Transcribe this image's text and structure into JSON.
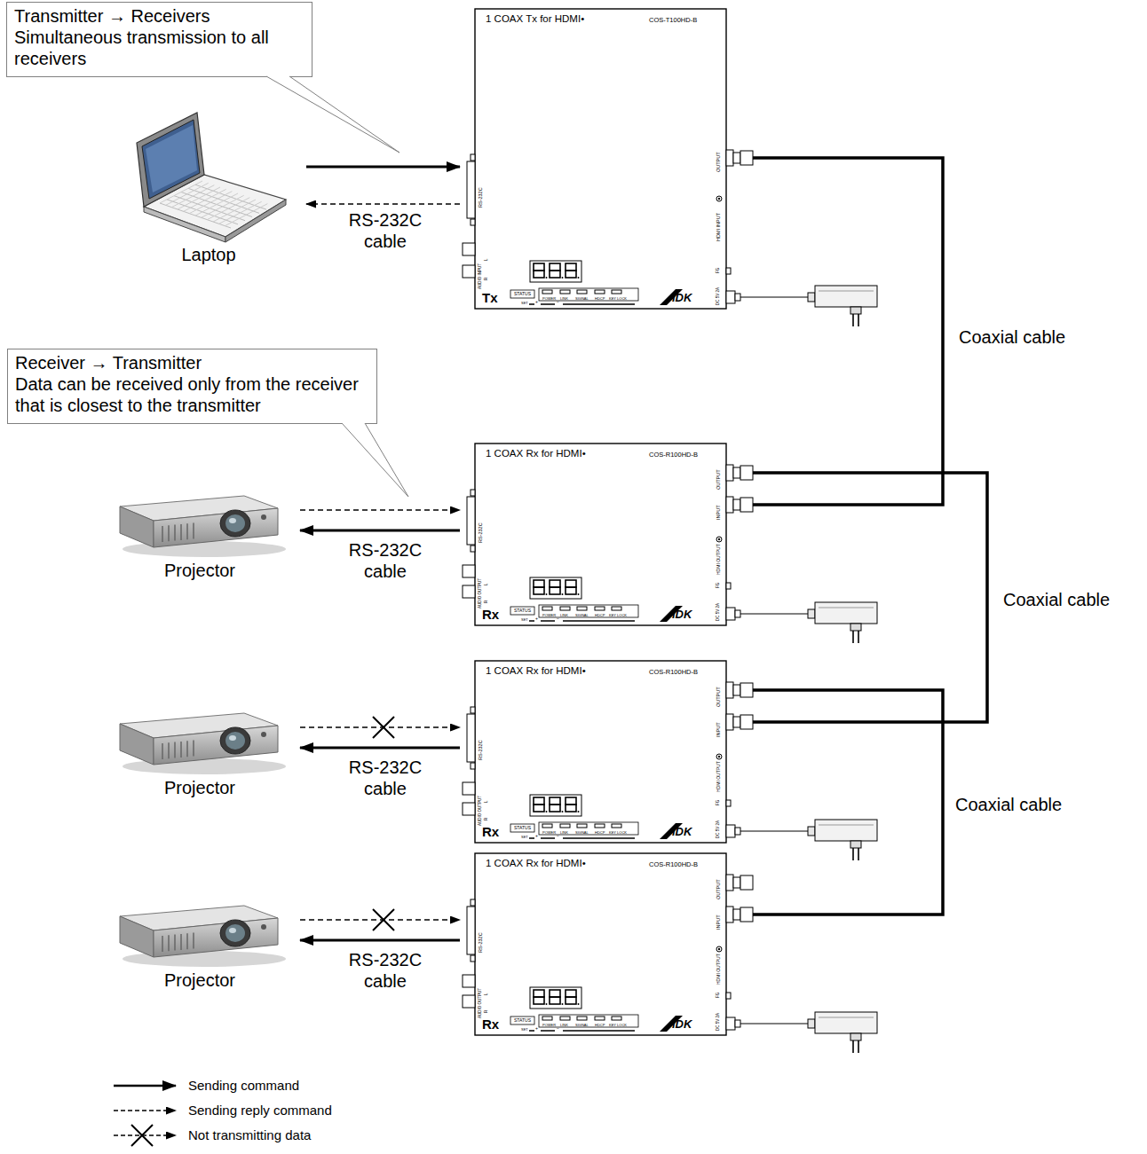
{
  "diagram": {
    "nodes": [
      {
        "text": [
          "Transmitter → Receivers",
          "Simultaneous transmission to all receivers"
        ]
      },
      {
        "text": [
          "Laptop"
        ]
      },
      {
        "text": [
          "1 COAX Tx for HDMI•",
          "COS-T100HD-B",
          "OUTPUT",
          "HDMI INPUT",
          "RS-232C",
          "AUDIO INPUT",
          "L",
          "R",
          "FG",
          "DC 5V 2A",
          "STATUS",
          "POWER",
          "LINK",
          "SIGNAL",
          "HDCP",
          "KEY LOCK",
          "SET",
          "+",
          "−",
          "Tx",
          "IDK"
        ]
      },
      {
        "text": [
          "Receiver → Transmitter",
          "Data can be received only from the receiver that is closest to the transmitter"
        ]
      },
      {
        "text": [
          "Projector"
        ]
      },
      {
        "text": [
          "1 COAX Rx for HDMI•",
          "COS-R100HD-B",
          "OUTPUT",
          "INPUT",
          "HDMI OUTPUT",
          "RS-232C",
          "AUDIO OUTPUT",
          "L",
          "R",
          "FG",
          "DC 5V 2A",
          "STATUS",
          "POWER",
          "LINK",
          "SIGNAL",
          "HDCP",
          "KEY LOCK",
          "SET",
          "+",
          "−",
          "Rx",
          "IDK"
        ]
      },
      {
        "text": [
          "Projector"
        ]
      },
      {
        "text": [
          "1 COAX Rx for HDMI•",
          "COS-R100HD-B",
          "OUTPUT",
          "INPUT",
          "HDMI OUTPUT",
          "RS-232C",
          "AUDIO OUTPUT",
          "L",
          "R",
          "FG",
          "DC 5V 2A",
          "STATUS",
          "POWER",
          "LINK",
          "SIGNAL",
          "HDCP",
          "KEY LOCK",
          "SET",
          "+",
          "−",
          "Rx",
          "IDK"
        ]
      },
      {
        "text": [
          "Projector"
        ]
      },
      {
        "text": [
          "1 COAX Rx for HDMI•",
          "COS-R100HD-B",
          "OUTPUT",
          "INPUT",
          "HDMI OUTPUT",
          "RS-232C",
          "AUDIO OUTPUT",
          "L",
          "R",
          "FG",
          "DC 5V 2A",
          "STATUS",
          "POWER",
          "LINK",
          "SIGNAL",
          "HDCP",
          "KEY LOCK",
          "SET",
          "+",
          "−",
          "Rx",
          "IDK"
        ]
      }
    ],
    "edges": [
      {
        "from": 1,
        "to": 2,
        "arrow": "to",
        "label": "RS-232C cable"
      },
      {
        "from": 2,
        "to": 1,
        "arrow": "to"
      },
      {
        "from": 2,
        "to": 5,
        "arrow": "none",
        "label": "Coaxial cable"
      },
      {
        "from": 5,
        "to": 4,
        "arrow": "to",
        "label": "RS-232C cable"
      },
      {
        "from": 4,
        "to": 5,
        "arrow": "to"
      },
      {
        "from": 5,
        "to": 7,
        "arrow": "none",
        "label": "Coaxial cable"
      },
      {
        "from": 7,
        "to": 6,
        "arrow": "to",
        "label": "RS-232C cable"
      },
      {
        "from": 6,
        "to": 7,
        "arrow": "to"
      },
      {
        "from": 7,
        "to": 9,
        "arrow": "none",
        "label": "Coaxial cable"
      },
      {
        "from": 9,
        "to": 8,
        "arrow": "to",
        "label": "RS-232C cable"
      },
      {
        "from": 8,
        "to": 9,
        "arrow": "to"
      }
    ],
    "legend": [
      {
        "text": "Sending command"
      },
      {
        "text": "Sending reply command"
      },
      {
        "text": "Not transmitting data"
      }
    ]
  }
}
